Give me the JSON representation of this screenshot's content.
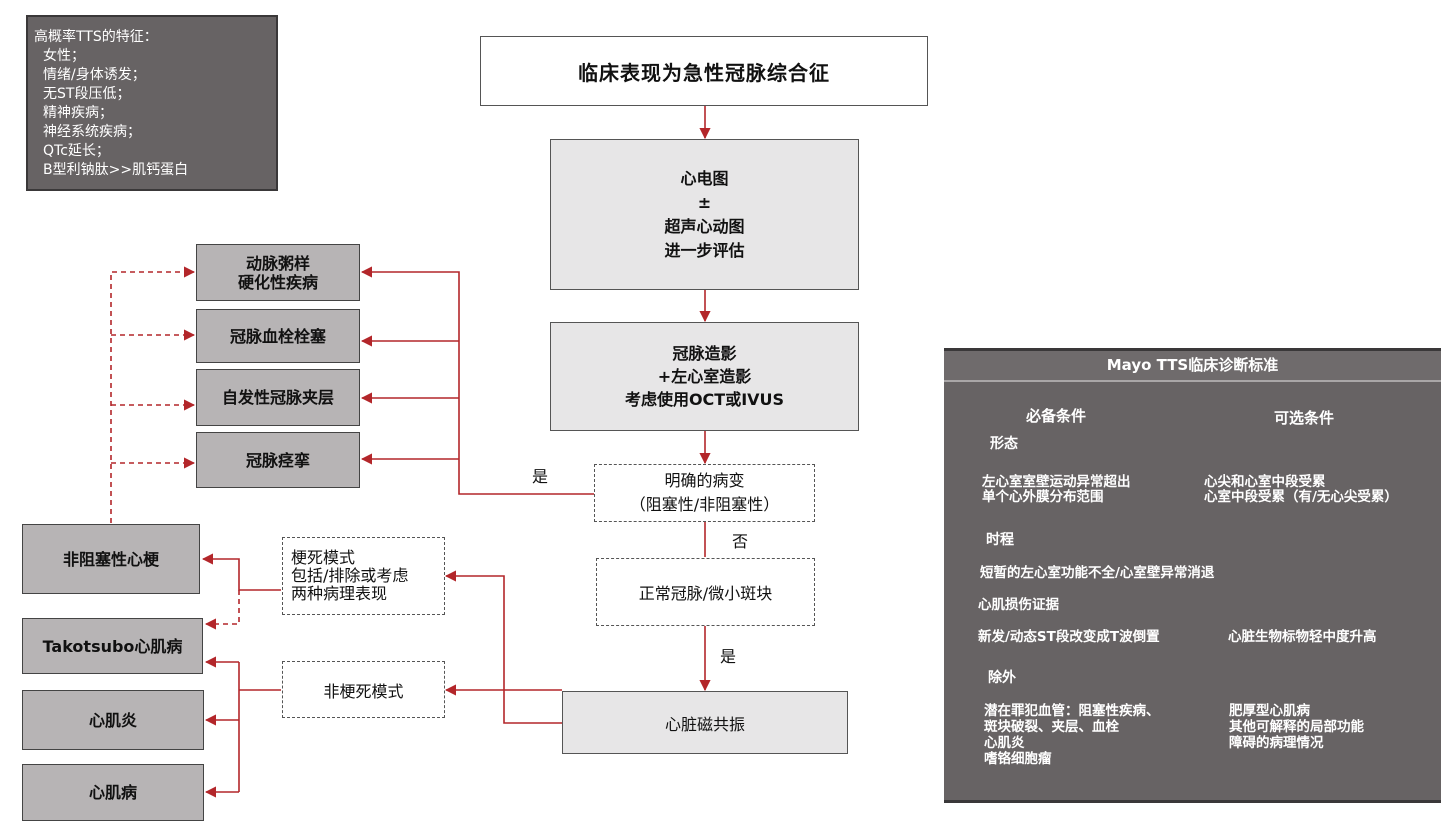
{
  "tts_features": {
    "title": "高概率TTS的特征：",
    "items": [
      "女性；",
      "情绪/身体诱发；",
      "无ST段压低；",
      "精神疾病；",
      "神经系统疾病；",
      "QTc延长；",
      "B型利钠肽>>肌钙蛋白"
    ]
  },
  "flow": {
    "acs": "临床表现为急性冠脉综合征",
    "ecg": [
      "心电图",
      "±",
      "超声心动图",
      "进一步评估"
    ],
    "angio": [
      "冠脉造影",
      "+左心室造影",
      "考虑使用OCT或IVUS"
    ],
    "lesion": [
      "明确的病变",
      "（阻塞性/非阻塞性）"
    ],
    "normal": "正常冠脉/微小斑块",
    "mri": "心脏磁共振",
    "infarct_mode": [
      "梗死模式",
      "包括/排除或考虑",
      "两种病理表现"
    ],
    "non_infarct_mode": "非梗死模式",
    "label_yes1": "是",
    "label_no": "否",
    "label_yes2": "是"
  },
  "diagnoses": {
    "atherosclerosis": [
      "动脉粥样",
      "硬化性疾病"
    ],
    "thrombo": "冠脉血栓栓塞",
    "dissection": "自发性冠脉夹层",
    "spasm": "冠脉痉挛",
    "minoca": "非阻塞性心梗",
    "takotsubo": "Takotsubo心肌病",
    "myocarditis": "心肌炎",
    "cardiomyopathy": "心肌病"
  },
  "mayo": {
    "title": "Mayo TTS临床诊断标准",
    "col_required": "必备条件",
    "col_optional": "可选条件",
    "morphology_heading": "形态",
    "morph_required": [
      "左心室室壁运动异常超出",
      "单个心外膜分布范围"
    ],
    "morph_optional": [
      "心尖和心室中段受累",
      "心室中段受累（有/无心尖受累）"
    ],
    "time_heading": "时程",
    "time_required": "短暂的左心室功能不全/心室壁异常消退",
    "injury_heading": "心肌损伤证据",
    "injury_required": "新发/动态ST段改变成T波倒置",
    "injury_optional": "心脏生物标物轻中度升高",
    "exclude_heading": "除外",
    "exclude_required": [
      "潜在罪犯血管：阻塞性疾病、",
      "斑块破裂、夹层、血栓",
      "心肌炎",
      "嗜铬细胞瘤"
    ],
    "exclude_optional": [
      "肥厚型心肌病",
      "其他可解释的局部功能",
      "障碍的病理情况"
    ]
  },
  "colors": {
    "arrow_red": "#b3262a",
    "panel_grey": "#676364",
    "diagnosis_grey": "#b7b4b5",
    "step_grey": "#e7e6e7"
  }
}
